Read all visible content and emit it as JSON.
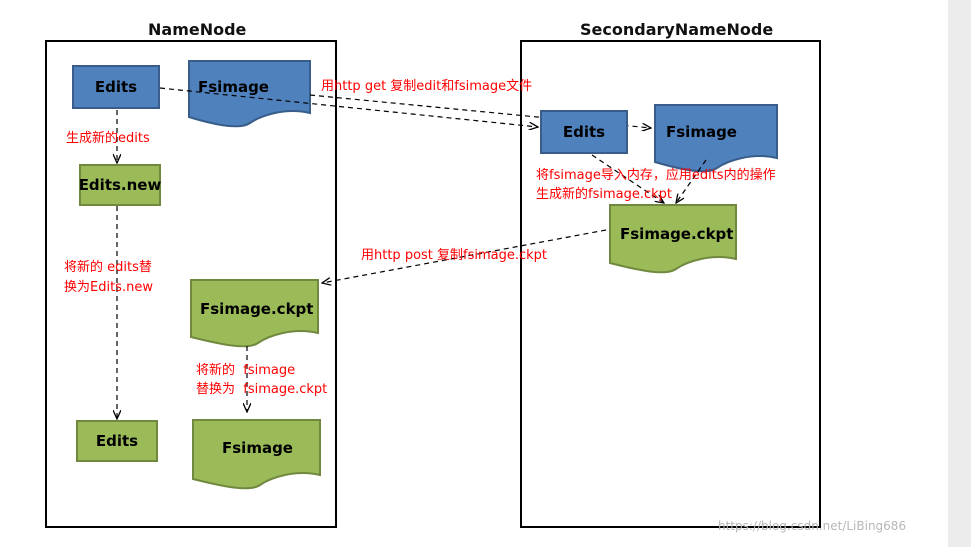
{
  "namenode": {
    "title": "NameNode",
    "edits": "Edits",
    "fsimage": "Fsimage",
    "edits_new": "Edits.new",
    "fsimage_ckpt": "Fsimage.ckpt",
    "edits_final": "Edits",
    "fsimage_final": "Fsimage"
  },
  "secondary": {
    "title": "SecondaryNameNode",
    "edits": "Edits",
    "fsimage": "Fsimage",
    "fsimage_ckpt": "Fsimage.ckpt"
  },
  "annotations": {
    "http_get": "用http get 复制edit和fsimage文件",
    "gen_edits": "生成新的edits",
    "load_line1": "将fsimage导入内存，应用edits内的操作",
    "load_line2": "生成新的fsimage.ckpt",
    "http_post": "用http post 复制fsimage.ckpt",
    "replace_edits_line1": "将新的 edits替",
    "replace_edits_line2": "换为Edits.new",
    "replace_fsimage_line1": "将新的  fsimage",
    "replace_fsimage_line2": "替换为  fsimage.ckpt"
  },
  "watermark": "https://blog.csdn.net/LiBing686",
  "colors": {
    "blue_fill": "#4f81bd",
    "green_fill": "#9bbb59",
    "annotation_red": "#ff0000"
  }
}
